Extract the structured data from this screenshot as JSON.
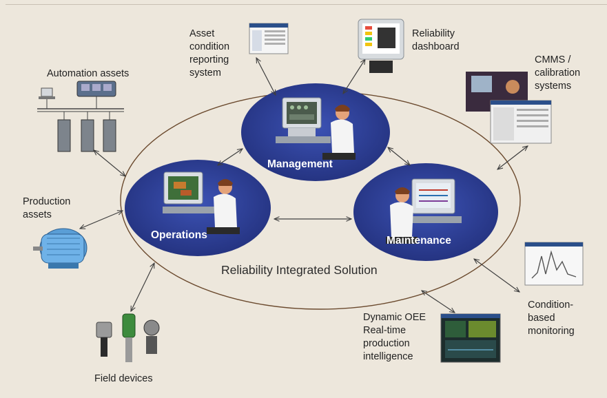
{
  "center_label": "Reliability Integrated Solution",
  "nodes": {
    "management": "Management",
    "operations": "Operations",
    "maintenance": "Maintenance"
  },
  "assets": {
    "asset_condition": "Asset\ncondition\nreporting\nsystem",
    "reliability_dashboard": "Reliability\ndashboard",
    "cmms": "CMMS /\ncalibration\nsystems",
    "automation": "Automation assets",
    "production": "Production\nassets",
    "field_devices": "Field devices",
    "condition_monitoring": "Condition-\nbased\nmonitoring",
    "oee": "Dynamic OEE\nReal-time\nproduction\nintelligence"
  },
  "colors": {
    "background": "#ede7dc",
    "node_fill": "#2c3e96",
    "ellipse_stroke": "#6b4a2e",
    "arrow": "#3f3f3f"
  }
}
